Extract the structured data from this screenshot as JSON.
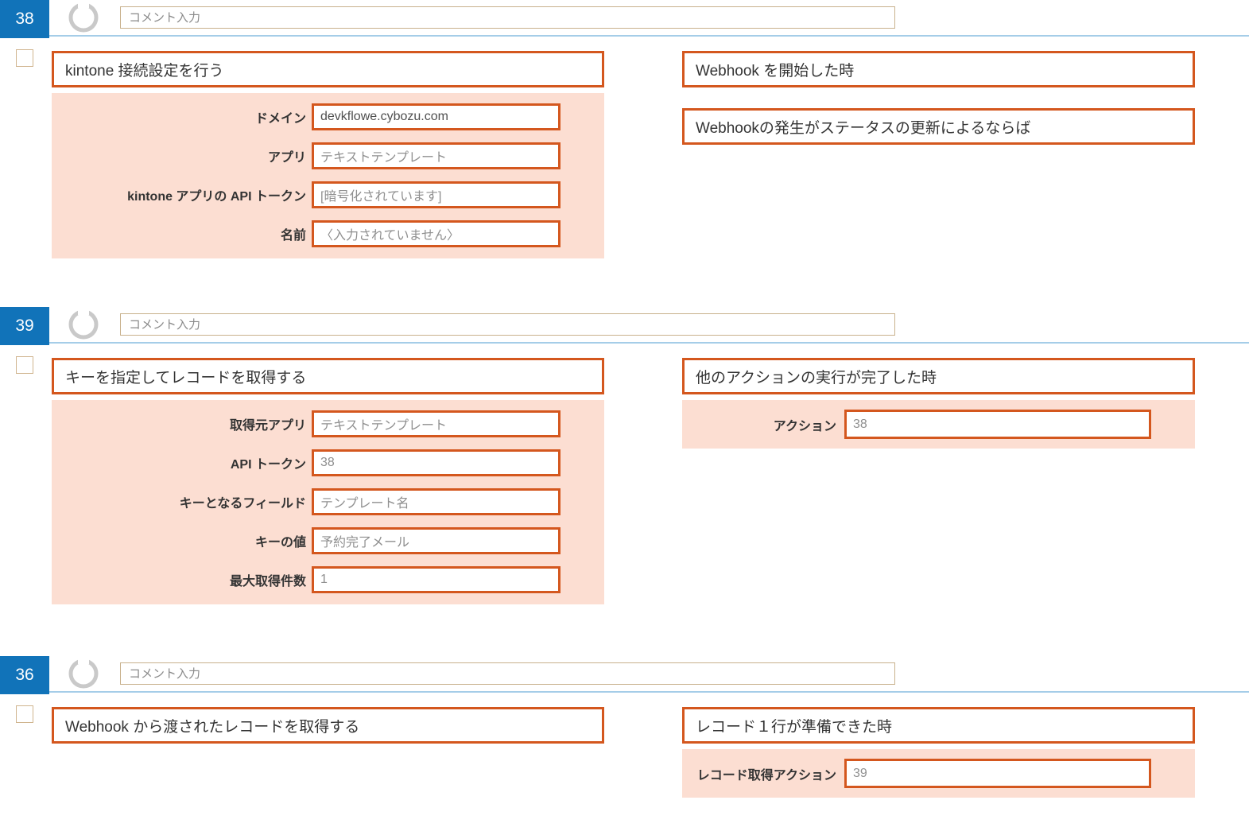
{
  "colors": {
    "badge_blue": "#1173b9",
    "divider_blue": "#a5cde8",
    "accent_orange": "#d4571e",
    "panel_pink": "#fcded2",
    "comment_border_tan": "#c8b18c"
  },
  "sections": [
    {
      "id": "38",
      "comment_placeholder": "コメント入力",
      "action": {
        "title": "kintone 接続設定を行う",
        "fields": [
          {
            "label": "ドメイン",
            "value": "devkflowe.cybozu.com"
          },
          {
            "label": "アプリ",
            "value": "テキストテンプレート"
          },
          {
            "label": "kintone アプリの API トークン",
            "value": "[暗号化されています]"
          },
          {
            "label": "名前",
            "value": "〈入力されていません〉"
          }
        ]
      },
      "trigger": {
        "title": "Webhook を開始した時",
        "condition": "Webhookの発生がステータスの更新によるならば"
      }
    },
    {
      "id": "39",
      "comment_placeholder": "コメント入力",
      "action": {
        "title": "キーを指定してレコードを取得する",
        "fields": [
          {
            "label": "取得元アプリ",
            "value": "テキストテンプレート"
          },
          {
            "label": "API トークン",
            "value": "38"
          },
          {
            "label": "キーとなるフィールド",
            "value": "テンプレート名"
          },
          {
            "label": "キーの値",
            "value": "予約完了メール"
          },
          {
            "label": "最大取得件数",
            "value": "1"
          }
        ]
      },
      "trigger": {
        "title": "他のアクションの実行が完了した時",
        "fields": [
          {
            "label": "アクション",
            "value": "38"
          }
        ]
      }
    },
    {
      "id": "36",
      "comment_placeholder": "コメント入力",
      "action": {
        "title": "Webhook から渡されたレコードを取得する",
        "fields": []
      },
      "trigger": {
        "title": "レコード１行が準備できた時",
        "fields": [
          {
            "label": "レコード取得アクション",
            "value": "39"
          }
        ]
      }
    }
  ]
}
